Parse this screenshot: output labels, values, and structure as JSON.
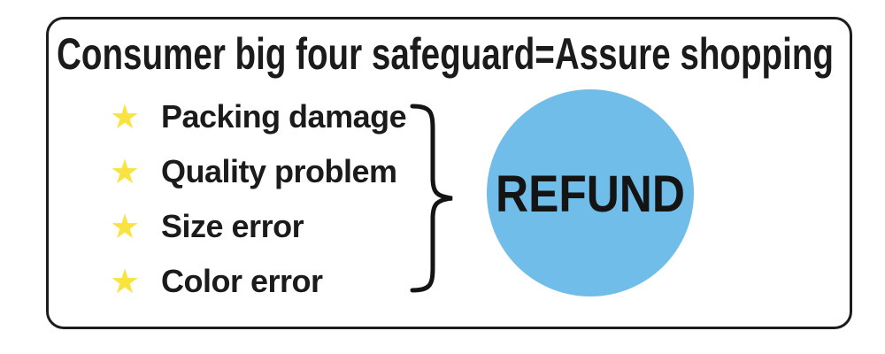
{
  "banner": {
    "title": "Consumer big four safeguard=Assure shopping",
    "star_glyph": "★",
    "guarantees": [
      {
        "icon": "star-icon",
        "label": "Packing damage"
      },
      {
        "icon": "star-icon",
        "label": "Quality problem"
      },
      {
        "icon": "star-icon",
        "label": "Size error"
      },
      {
        "icon": "star-icon",
        "label": "Color error"
      }
    ],
    "result_label": "REFUND",
    "colors": {
      "star_yellow": "#F8E340",
      "circle_blue": "#6FBDE8",
      "ink_black": "#1B1B1B",
      "frame_border": "#1C1C1C"
    }
  }
}
